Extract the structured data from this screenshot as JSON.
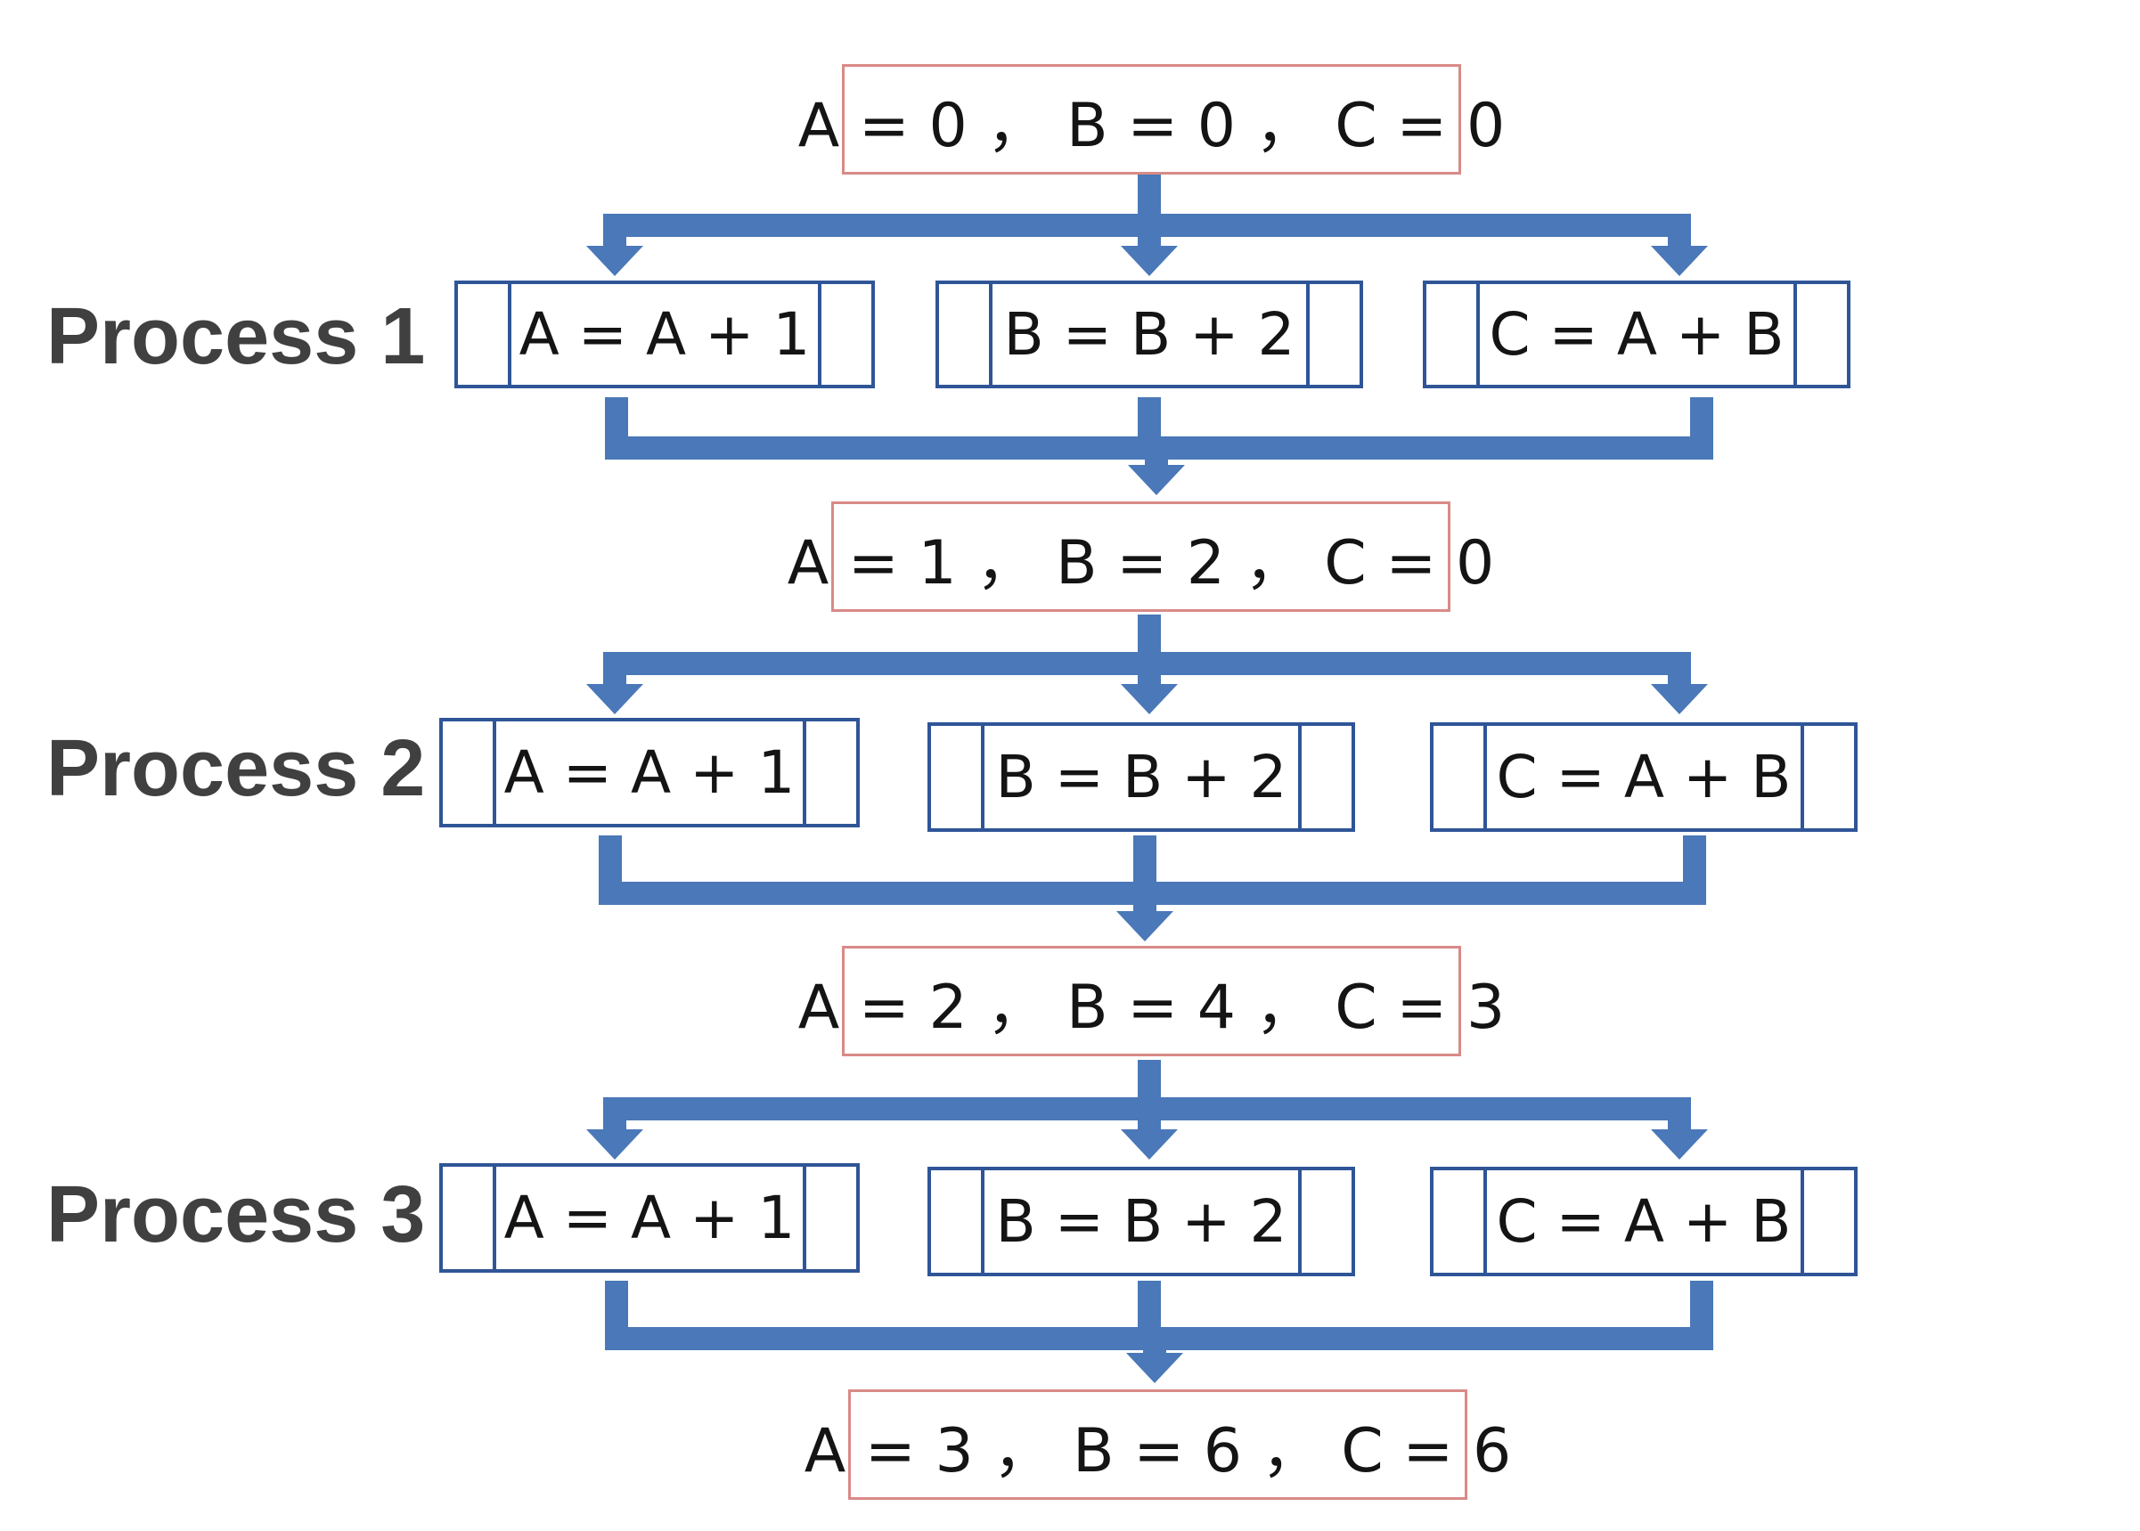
{
  "colors": {
    "arrow": "#4a78b8",
    "process_border": "#2f5597",
    "state_border": "#d98a87",
    "label_text": "#404040"
  },
  "states": [
    "A = 0 ， B = 0 ， C = 0",
    "A = 1 ， B = 2 ， C = 0",
    "A = 2 ， B = 4 ， C = 3",
    "A = 3 ， B = 6 ， C = 6"
  ],
  "processes": [
    {
      "label": "Process 1",
      "steps": [
        "A = A + 1",
        "B = B + 2",
        "C = A + B"
      ]
    },
    {
      "label": "Process 2",
      "steps": [
        "A = A + 1",
        "B = B + 2",
        "C = A + B"
      ]
    },
    {
      "label": "Process 3",
      "steps": [
        "A = A + 1",
        "B = B + 2",
        "C = A + B"
      ]
    }
  ]
}
